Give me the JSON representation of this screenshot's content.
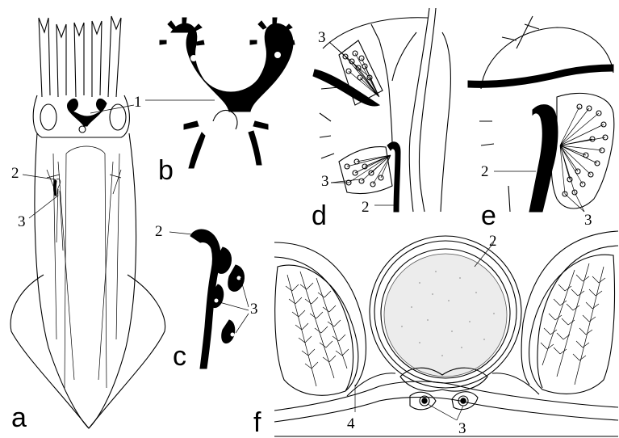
{
  "panels": {
    "a": "a",
    "b": "b",
    "c": "c",
    "d": "d",
    "e": "e",
    "f": "f"
  },
  "labels": {
    "a_1": "1",
    "a_2": "2",
    "a_3": "3",
    "c_2": "2",
    "c_3": "3",
    "d_3_top": "3",
    "d_3_bottom": "3",
    "d_2": "2",
    "e_2": "2",
    "e_3": "3",
    "f_2": "2",
    "f_3": "3",
    "f_4": "4"
  }
}
